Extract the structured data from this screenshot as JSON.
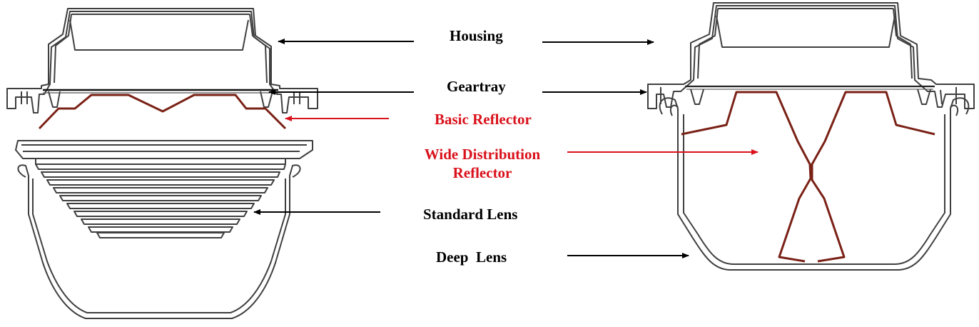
{
  "colors": {
    "outline": "#3f3f3f",
    "reflector": "#7a2116",
    "label_black": "#000000",
    "label_red": "#d9121b",
    "arrow_black": "#000000",
    "arrow_red": "#d9121b",
    "background": "#ffffff"
  },
  "labels": {
    "housing": "Housing",
    "geartray": "Geartray",
    "basic_reflector": "Basic Reflector",
    "wide_distribution_line1": "Wide Distribution",
    "wide_distribution_line2": "Reflector",
    "standard_lens": "Standard Lens",
    "deep_lens": "Deep  Lens"
  },
  "components": {
    "left_assembly": [
      "housing",
      "geartray",
      "basic-reflector",
      "standard-lens",
      "deep-lens"
    ],
    "right_assembly": [
      "housing",
      "geartray",
      "wide-distribution-reflector",
      "deep-lens"
    ]
  }
}
